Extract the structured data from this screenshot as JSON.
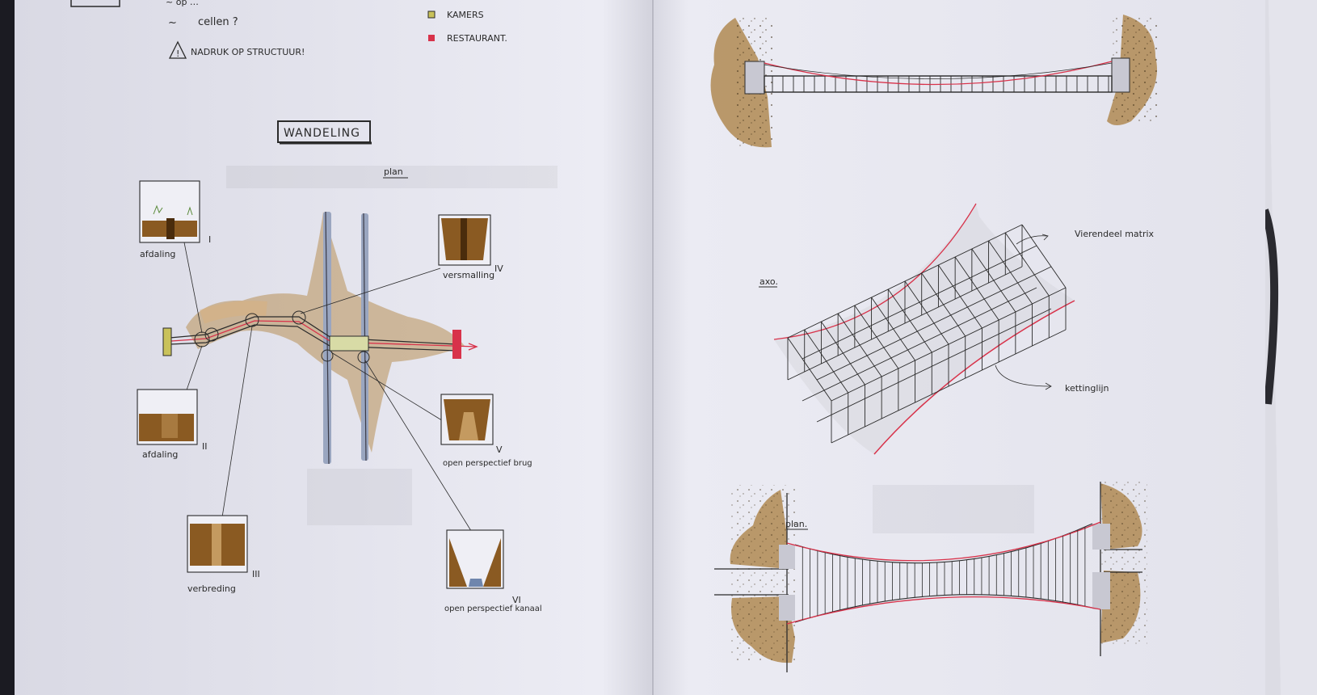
{
  "left_page": {
    "notes": [
      {
        "glyph": "~",
        "text": "cellen ?"
      },
      {
        "glyph": "!",
        "text": "NADRUK OP STRUCTUUR!"
      }
    ],
    "legend": [
      {
        "label": "KAMERS",
        "color": "#c9c25a"
      },
      {
        "label": "RESTAURANT.",
        "color": "#d8324a"
      }
    ],
    "title": "WANDELING",
    "plan_label": "plan",
    "vignettes": [
      {
        "caption": "afdaling",
        "numeral": "I"
      },
      {
        "caption": "afdaling",
        "numeral": "II"
      },
      {
        "caption": "verbreding",
        "numeral": "III"
      },
      {
        "caption": "versmalling",
        "numeral": "IV"
      },
      {
        "caption": "open perspectief brug",
        "numeral": "V"
      },
      {
        "caption": "open perspectief kanaal",
        "numeral": "VI"
      }
    ]
  },
  "right_page": {
    "axo_label": "axo.",
    "plan_label": "plan.",
    "annotations": [
      {
        "text": "Vierendeel matrix"
      },
      {
        "text": "kettinglijn"
      }
    ]
  },
  "colors": {
    "paper": "#e9e9f2",
    "ink": "#2a2a2a",
    "earth": "#b08a52",
    "water": "#9aa6c0",
    "accent_red": "#d8324a",
    "wood": "#8a5a22"
  }
}
